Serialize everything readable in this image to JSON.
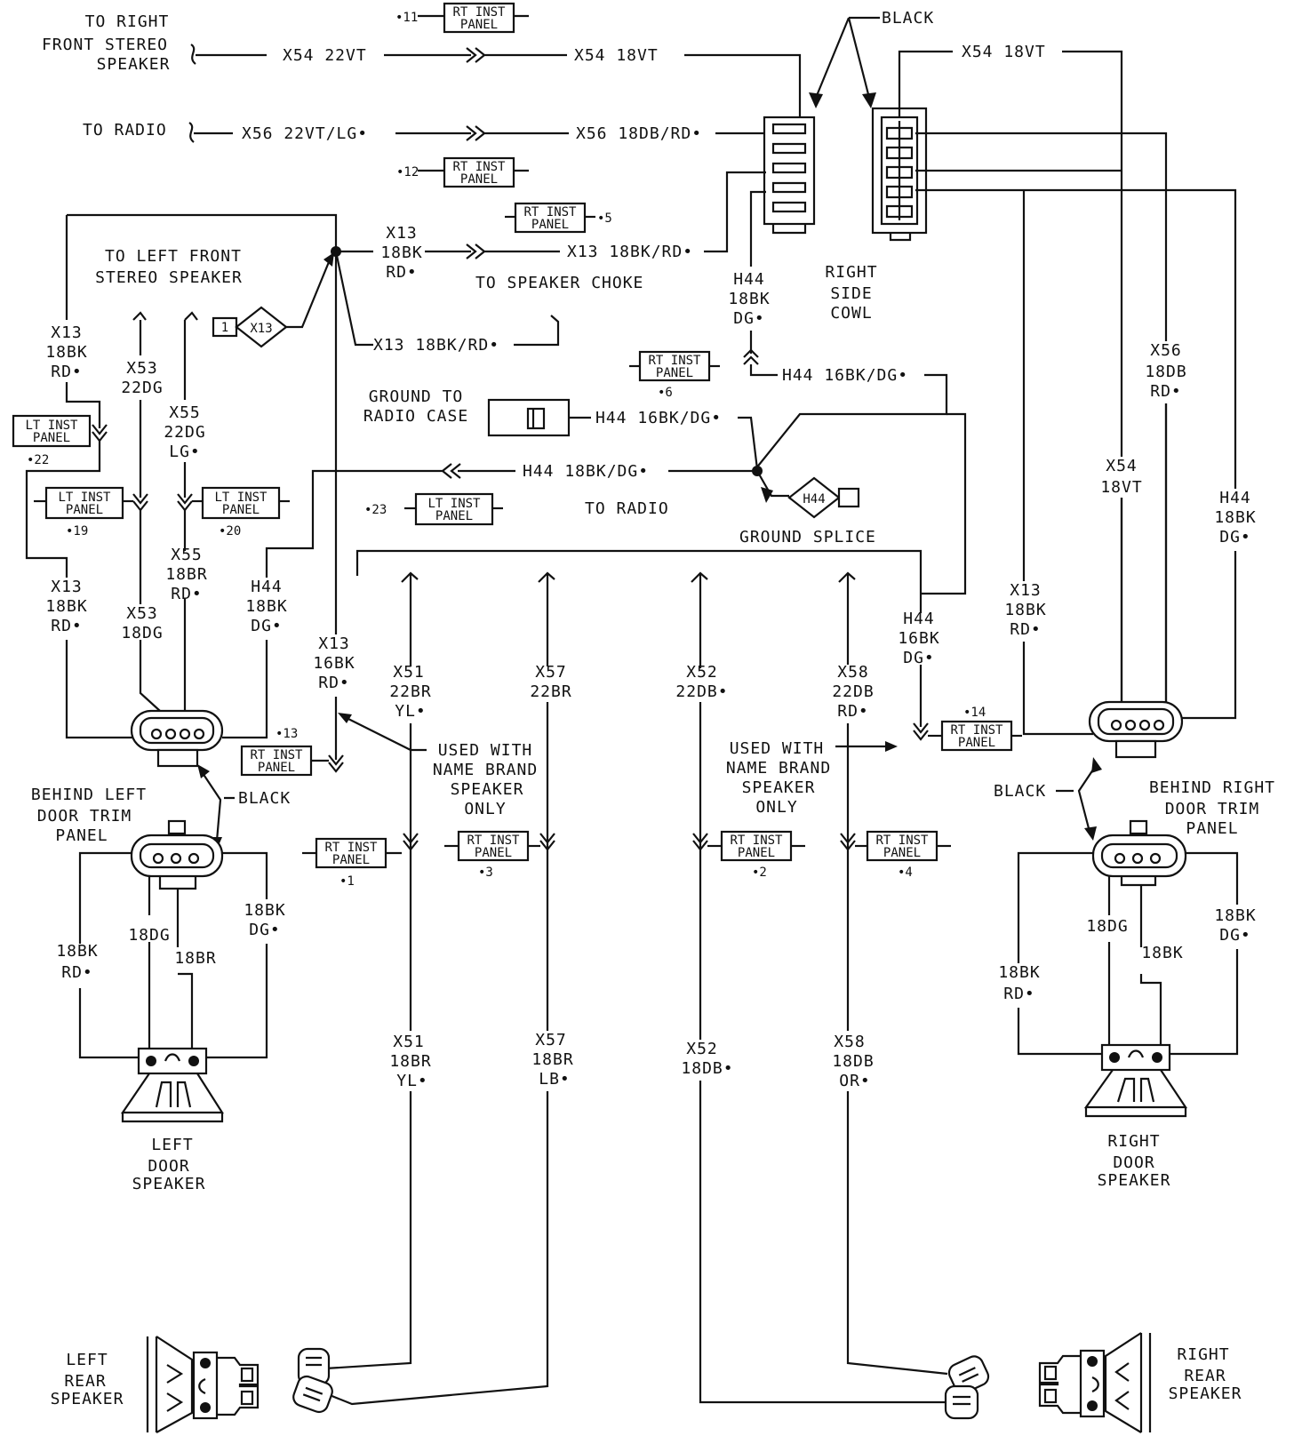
{
  "labels": {
    "to_right_front": [
      "TO RIGHT",
      "FRONT STEREO",
      "SPEAKER"
    ],
    "to_radio_top": "TO RADIO",
    "x54_22vt": "X54 22VT",
    "x54_18vt": "X54 18VT",
    "x56_22": "X56 22VT/LG•",
    "x56_18": "X56 18DB/RD•",
    "black": "BLACK",
    "x54_18vt_right": "X54 18VT",
    "to_left_front": [
      "TO LEFT FRONT",
      "STEREO SPEAKER"
    ],
    "x13_18bk_rd_a": [
      "X13",
      "18BK",
      "RD•"
    ],
    "x13_18bk_rd_b": "X13 18BK/RD•",
    "to_speaker_choke": "TO SPEAKER CHOKE",
    "x13_18bk_rd_c": "X13 18BK/RD•",
    "h44_18bk_dg_cowl": [
      "H44",
      "18BK",
      "DG•"
    ],
    "right_side_cowl": [
      "RIGHT",
      "SIDE",
      "COWL"
    ],
    "x13_left": [
      "X13",
      "18BK",
      "RD•"
    ],
    "x53_22dg": [
      "X53",
      "22DG"
    ],
    "x55_22dg": [
      "X55",
      "22DG",
      "LG•"
    ],
    "h44_16bk_dg_a": "H44 16BK/DG•",
    "ground_to_radio": [
      "GROUND TO",
      "RADIO CASE"
    ],
    "h44_16bk_dg_b": "H44 16BK/DG•",
    "h44_18bk_dg_a": "H44 18BK/DG•",
    "to_radio_mid": "TO RADIO",
    "ground_splice": "GROUND SPLICE",
    "x56_18db_rd": [
      "X56",
      "18DB",
      "RD•"
    ],
    "x54_18vt_v": [
      "X54",
      "18VT"
    ],
    "h44_18bk_dg_v": [
      "H44",
      "18BK",
      "DG•"
    ],
    "x13_left_lower": [
      "X13",
      "18BK",
      "RD•"
    ],
    "x53_18dg": [
      "X53",
      "18DG"
    ],
    "x55_18br": [
      "X55",
      "18BR",
      "RD•"
    ],
    "h44_18bk_dg_left": [
      "H44",
      "18BK",
      "DG•"
    ],
    "x13_16bk": [
      "X13",
      "16BK",
      "RD•"
    ],
    "x51_22br": [
      "X51",
      "22BR",
      "YL•"
    ],
    "x57_22br": [
      "X57",
      "22BR"
    ],
    "x52_22db": [
      "X52",
      "22DB•"
    ],
    "x58_22db": [
      "X58",
      "22DB",
      "RD•"
    ],
    "h44_16bk_right": [
      "H44",
      "16BK",
      "DG•"
    ],
    "x13_right": [
      "X13",
      "18BK",
      "RD•"
    ],
    "used_with_a": [
      "USED WITH",
      "NAME BRAND",
      "SPEAKER",
      "ONLY"
    ],
    "used_with_b": [
      "USED WITH",
      "NAME BRAND",
      "SPEAKER",
      "ONLY"
    ],
    "behind_left": [
      "BEHIND LEFT",
      "DOOR TRIM",
      "PANEL"
    ],
    "behind_right": [
      "BEHIND RIGHT",
      "DOOR TRIM",
      "PANEL"
    ],
    "black_left": "BLACK",
    "black_right": "BLACK",
    "left_18bk_rd": [
      "18BK",
      "RD•"
    ],
    "left_18dg": "18DG",
    "left_18br": "18BR",
    "left_18bk_dg": [
      "18BK",
      "DG•"
    ],
    "right_18dg": "18DG",
    "right_18bk": "18BK",
    "right_18bk_dg": [
      "18BK",
      "DG•"
    ],
    "right_18bk_rd": [
      "18BK",
      "RD•"
    ],
    "left_door_speaker": [
      "LEFT",
      "DOOR",
      "SPEAKER"
    ],
    "right_door_speaker": [
      "RIGHT",
      "DOOR",
      "SPEAKER"
    ],
    "x51_18br": [
      "X51",
      "18BR",
      "YL•"
    ],
    "x57_18br": [
      "X57",
      "18BR",
      "LB•"
    ],
    "x52_18db": [
      "X52",
      "18DB•"
    ],
    "x58_18db": [
      "X58",
      "18DB",
      "OR•"
    ],
    "left_rear": [
      "LEFT",
      "REAR",
      "SPEAKER"
    ],
    "right_rear": [
      "RIGHT",
      "REAR",
      "SPEAKER"
    ]
  },
  "panels": {
    "rt_inst_panel": [
      "RT INST",
      "PANEL"
    ],
    "lt_inst_panel": [
      "LT INST",
      "PANEL"
    ]
  },
  "markers": {
    "m11": "•11",
    "m12": "•12",
    "m5": "•5",
    "m6": "•6",
    "m22": "•22",
    "m19": "•19",
    "m20": "•20",
    "m23": "•23",
    "m13": "•13",
    "m14": "•14",
    "m1": "•1",
    "m3": "•3",
    "m2": "•2",
    "m4": "•4"
  },
  "splices": {
    "x13": "X13",
    "x13_side": "1",
    "h44": "H44"
  }
}
